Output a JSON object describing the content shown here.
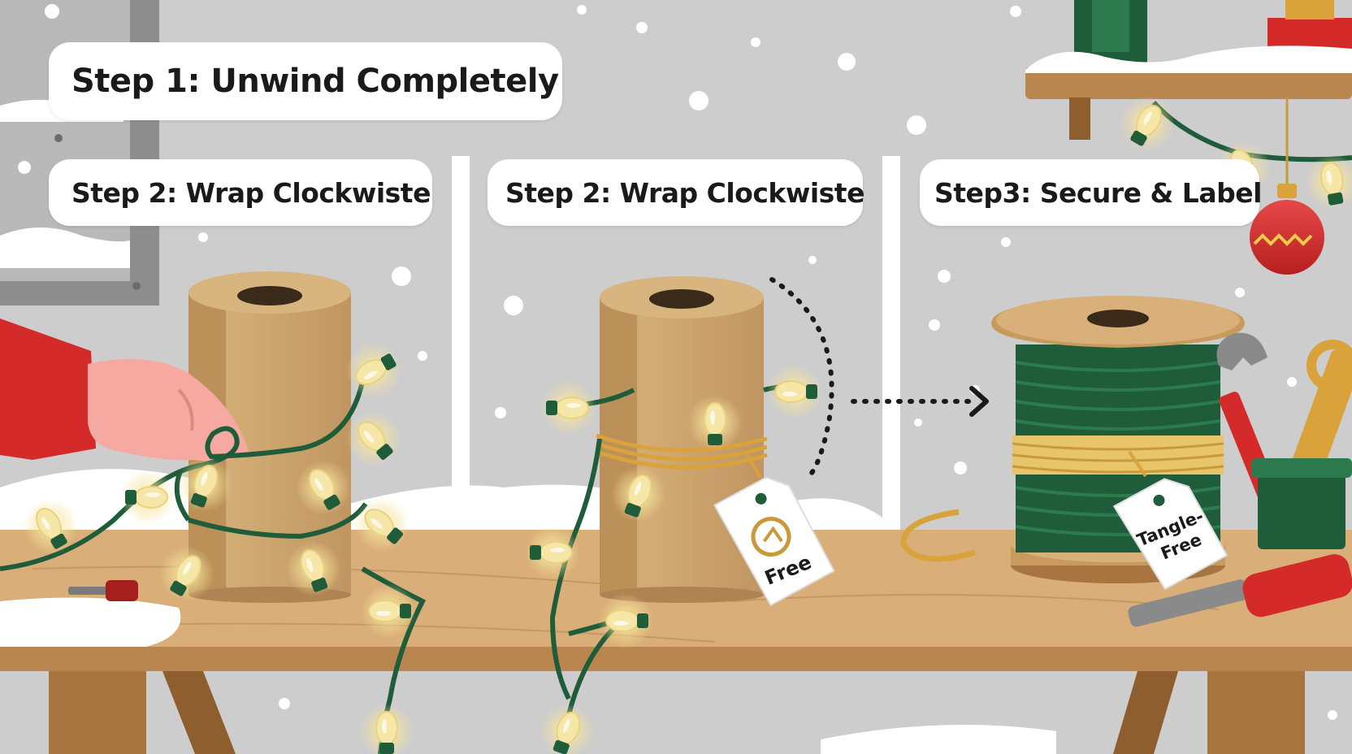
{
  "steps": {
    "step1": "Step 1: Unwind Completely",
    "step2_left": "Step 2: Wrap Clockwiste",
    "step2_mid": "Step 2: Wrap Clockwiste",
    "step3": "Step3: Secure & Label"
  },
  "tags": {
    "free_tag": "Free",
    "tangle_free_line1": "Tangle-",
    "tangle_free_line2": "Free"
  },
  "colors": {
    "wire_green": "#1f5c3a",
    "cardboard": "#c8a06a",
    "bulb_glow": "#f6e7a8",
    "sleeve_red": "#d42a2a",
    "bench_wood": "#d9ae78"
  }
}
